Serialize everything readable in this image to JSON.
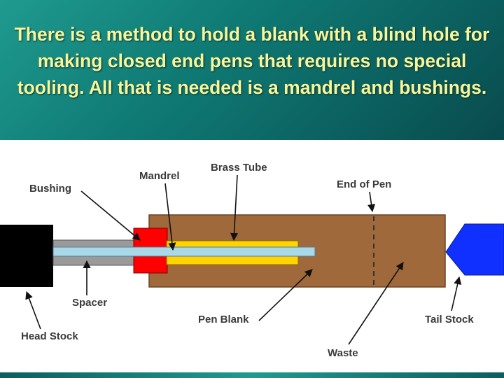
{
  "title": "There is a method to hold a blank with a blind hole for making closed end pens that requires no special tooling.  All that is needed is a mandrel and bushings.",
  "labels": {
    "bushing": "Bushing",
    "mandrel": "Mandrel",
    "brass_tube": "Brass Tube",
    "end_of_pen": "End of Pen",
    "spacer": "Spacer",
    "head_stock": "Head Stock",
    "pen_blank": "Pen Blank",
    "tail_stock": "Tail Stock",
    "waste": "Waste"
  },
  "colors": {
    "header_bg": "#0f7a74",
    "title_text": "#f7f79a",
    "pen_blank": "#a0693c",
    "brass_tube": "#ffd400",
    "bushing": "#ff0000",
    "mandrel": "#a9d8e8",
    "spacer": "#9a9a9a",
    "head_stock": "#000000",
    "tail_stock": "#1030ff"
  }
}
